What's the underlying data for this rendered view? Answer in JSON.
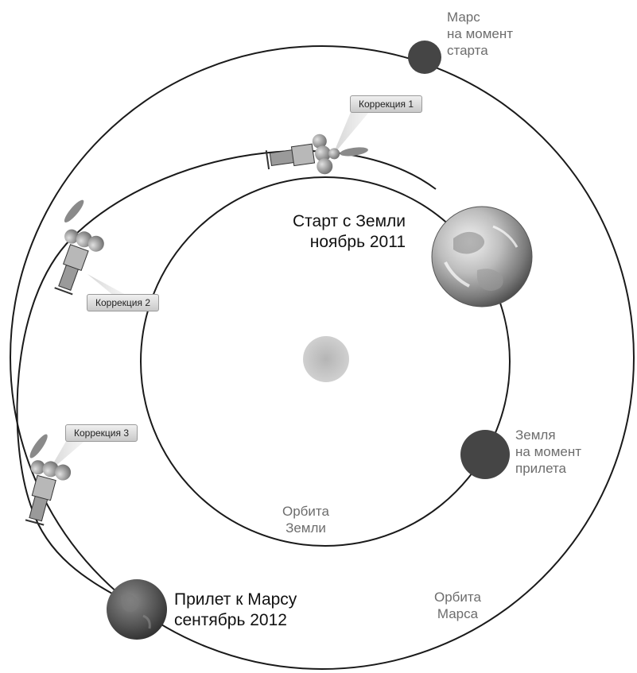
{
  "labels": {
    "mars_at_launch": [
      "Марс",
      "на момент",
      "старта"
    ],
    "earth_at_arrival": [
      "Земля",
      "на момент",
      "прилета"
    ],
    "earth_orbit": [
      "Орбита",
      "Земли"
    ],
    "mars_orbit": [
      "Орбита",
      "Марса"
    ],
    "launch": [
      "Старт с Земли",
      "ноябрь 2011"
    ],
    "arrival": [
      "Прилет к Марсу",
      "сентябрь 2012"
    ]
  },
  "corrections": [
    "Коррекция 1",
    "Коррекция 2",
    "Коррекция 3"
  ],
  "icons": {
    "sun": "sun-icon",
    "earth": "earth-globe-icon",
    "mars": "mars-planet-icon",
    "spacecraft": "spacecraft-icon"
  },
  "colors": {
    "orbit_line": "#1a1a1a",
    "planet_dark": "#454545",
    "sun": "#c2c2c2",
    "label_gray": "#6d6d6d"
  }
}
